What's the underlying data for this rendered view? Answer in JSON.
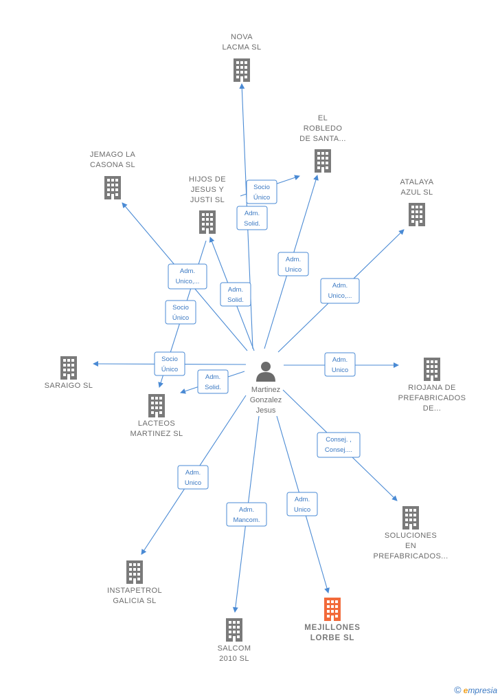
{
  "center": {
    "lines": [
      "Martinez",
      "Gonzalez",
      "Jesus"
    ]
  },
  "companies": [
    {
      "id": "nova",
      "lines": [
        "NOVA",
        "LACMA  SL"
      ],
      "highlight": false
    },
    {
      "id": "robledo",
      "lines": [
        "EL",
        "ROBLEDO",
        "DE SANTA..."
      ],
      "highlight": false
    },
    {
      "id": "jemago",
      "lines": [
        "JEMAGO LA",
        "CASONA  SL"
      ],
      "highlight": false
    },
    {
      "id": "hijos",
      "lines": [
        "HIJOS DE",
        "JESUS Y",
        "JUSTI  SL"
      ],
      "highlight": false
    },
    {
      "id": "atalaya",
      "lines": [
        "ATALAYA",
        "AZUL SL"
      ],
      "highlight": false
    },
    {
      "id": "saraigo",
      "lines": [
        "SARAIGO  SL"
      ],
      "highlight": false
    },
    {
      "id": "lacteos",
      "lines": [
        "LACTEOS",
        "MARTINEZ SL"
      ],
      "highlight": false
    },
    {
      "id": "riojana",
      "lines": [
        "RIOJANA DE",
        "PREFABRICADOS",
        "DE..."
      ],
      "highlight": false
    },
    {
      "id": "soluciones",
      "lines": [
        "SOLUCIONES",
        "EN",
        "PREFABRICADOS..."
      ],
      "highlight": false
    },
    {
      "id": "instapetrol",
      "lines": [
        "INSTAPETROL",
        "GALICIA SL"
      ],
      "highlight": false
    },
    {
      "id": "salcom",
      "lines": [
        "SALCOM",
        "2010 SL"
      ],
      "highlight": false
    },
    {
      "id": "mejillones",
      "lines": [
        "MEJILLONES",
        "LORBE  SL"
      ],
      "highlight": true
    }
  ],
  "relations": [
    {
      "id": "r-nova-adm",
      "lines": [
        "Adm.",
        "Solid."
      ]
    },
    {
      "id": "r-robledo-socio",
      "lines": [
        "Socio",
        "Único"
      ]
    },
    {
      "id": "r-robledo-adm",
      "lines": [
        "Adm.",
        "Unico"
      ]
    },
    {
      "id": "r-jemago-adm",
      "lines": [
        "Adm.",
        "Unico,..."
      ]
    },
    {
      "id": "r-hijos-adm",
      "lines": [
        "Adm.",
        "Solid."
      ]
    },
    {
      "id": "r-hijos-socio",
      "lines": [
        "Socio",
        "Único"
      ]
    },
    {
      "id": "r-atalaya-adm",
      "lines": [
        "Adm.",
        "Unico,..."
      ]
    },
    {
      "id": "r-saraigo-socio",
      "lines": [
        "Socio",
        "Único"
      ]
    },
    {
      "id": "r-lacteos-adm",
      "lines": [
        "Adm.",
        "Solid."
      ]
    },
    {
      "id": "r-riojana-adm",
      "lines": [
        "Adm.",
        "Unico"
      ]
    },
    {
      "id": "r-soluciones-consej",
      "lines": [
        "Consej. ,",
        "Consej...."
      ]
    },
    {
      "id": "r-instapetrol-adm",
      "lines": [
        "Adm.",
        "Unico"
      ]
    },
    {
      "id": "r-salcom-adm",
      "lines": [
        "Adm.",
        "Mancom."
      ]
    },
    {
      "id": "r-mejillones-adm",
      "lines": [
        "Adm.",
        "Unico"
      ]
    }
  ],
  "colors": {
    "edge": "#4a8ad4",
    "building": "#7a7a7a",
    "highlight": "#f26a3a",
    "person": "#6b6b6b"
  },
  "brand": {
    "copyright": "©",
    "initial": "e",
    "rest": "mpresia"
  }
}
